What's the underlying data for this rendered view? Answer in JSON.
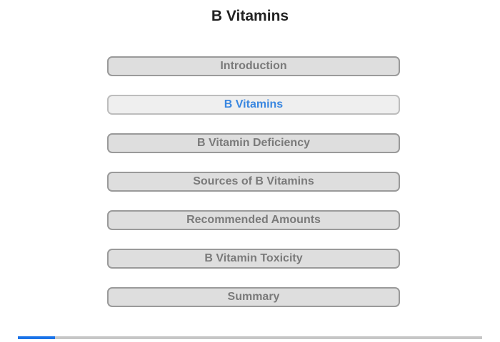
{
  "header": {
    "title": "B Vitamins"
  },
  "menu": {
    "items": [
      {
        "label": "Introduction",
        "active": false
      },
      {
        "label": "B Vitamins",
        "active": true
      },
      {
        "label": "B Vitamin Deficiency",
        "active": false
      },
      {
        "label": "Sources of B Vitamins",
        "active": false
      },
      {
        "label": "Recommended Amounts",
        "active": false
      },
      {
        "label": "B Vitamin Toxicity",
        "active": false
      },
      {
        "label": "Summary",
        "active": false
      }
    ]
  },
  "progress": {
    "fraction": 0.08
  },
  "colors": {
    "active_text": "#3a87e0",
    "progress_fill": "#1a73e8",
    "progress_track": "#c6c6c6"
  }
}
